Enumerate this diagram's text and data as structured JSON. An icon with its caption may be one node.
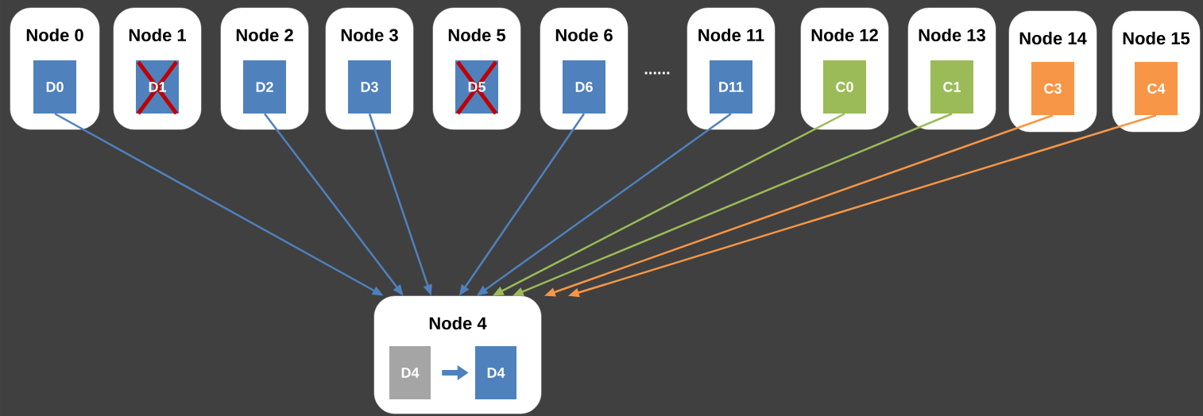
{
  "diagram": {
    "nodes": [
      {
        "text": [
          "Node 0"
        ]
      },
      {
        "text": [
          "D0"
        ],
        "in": 0
      },
      {
        "text": [
          "Node 1"
        ]
      },
      {
        "text": [
          "D1"
        ],
        "in": 2
      },
      {
        "text": [
          "Node 2"
        ]
      },
      {
        "text": [
          "D2"
        ],
        "in": 4
      },
      {
        "text": [
          "Node 3"
        ]
      },
      {
        "text": [
          "D3"
        ],
        "in": 6
      },
      {
        "text": [
          "Node 5"
        ]
      },
      {
        "text": [
          "D5"
        ],
        "in": 8
      },
      {
        "text": [
          "Node 6"
        ]
      },
      {
        "text": [
          "D6"
        ],
        "in": 10
      },
      {
        "text": [
          "Node 11"
        ]
      },
      {
        "text": [
          "D11"
        ],
        "in": 12
      },
      {
        "text": [
          "Node 12"
        ]
      },
      {
        "text": [
          "C0"
        ],
        "in": 14
      },
      {
        "text": [
          "Node 13"
        ]
      },
      {
        "text": [
          "C1"
        ],
        "in": 16
      },
      {
        "text": [
          "Node 14"
        ]
      },
      {
        "text": [
          "C3"
        ],
        "in": 18
      },
      {
        "text": [
          "Node 15"
        ]
      },
      {
        "text": [
          "C4"
        ],
        "in": 20
      },
      {
        "text": [
          "Node 4"
        ]
      },
      {
        "text": [
          "D4"
        ],
        "in": 22
      },
      {
        "text": [
          "D4"
        ],
        "in": 22
      }
    ],
    "edges": [
      {
        "from": 1,
        "to": 22,
        "arrow": "to"
      },
      {
        "from": 5,
        "to": 22,
        "arrow": "to"
      },
      {
        "from": 7,
        "to": 22,
        "arrow": "to"
      },
      {
        "from": 11,
        "to": 22,
        "arrow": "to"
      },
      {
        "from": 13,
        "to": 22,
        "arrow": "to"
      },
      {
        "from": 15,
        "to": 22,
        "arrow": "to",
        "color": "#9bbb59"
      },
      {
        "from": 17,
        "to": 22,
        "arrow": "to",
        "color": "#9bbb59"
      },
      {
        "from": 19,
        "to": 22,
        "arrow": "to",
        "color": "#f79646"
      },
      {
        "from": 21,
        "to": 22,
        "arrow": "to",
        "color": "#f79646"
      },
      {
        "from": 23,
        "to": 24,
        "arrow": "to",
        "style": "thick"
      }
    ],
    "labels": [
      "......"
    ]
  }
}
